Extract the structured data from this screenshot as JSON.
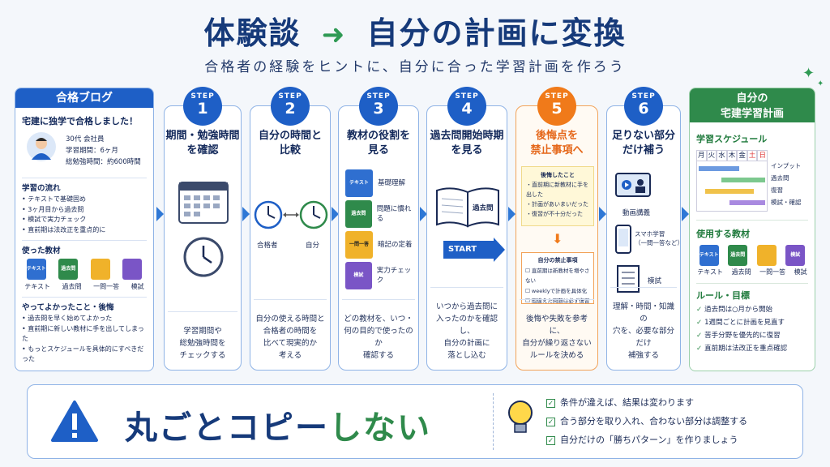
{
  "header": {
    "title_left": "体験談",
    "title_right": "自分の計画に変換",
    "subtitle": "合格者の経験をヒントに、自分に合った学習計画を作ろう"
  },
  "blog": {
    "title": "合格ブログ",
    "lead": "宅建に独学で合格しました！",
    "profile": [
      "30代 会社員",
      "学習期間：6ヶ月",
      "総勉強時間：約600時間"
    ],
    "flow_title": "学習の流れ",
    "flow": [
      "テキストで基礎固め",
      "3ヶ月目から過去問",
      "模試で実力チェック",
      "直前期は法改正を重点的に"
    ],
    "materials_title": "使った教材",
    "materials": [
      "テキスト",
      "過去問",
      "一問一答",
      "模試"
    ],
    "good_title": "やってよかったこと・後悔",
    "good": [
      "過去問を早く始めてよかった",
      "直前期に新しい教材に手を出してしまった",
      "もっとスケジュールを具体的にすべきだった"
    ]
  },
  "steps": [
    {
      "s": "STEP",
      "n": "1",
      "title": "期間・勉強時間\nを確認",
      "desc": "学習期間や\n総勉強時間を\nチェックする"
    },
    {
      "s": "STEP",
      "n": "2",
      "title": "自分の時間と\n比較",
      "desc": "自分の使える時間と\n合格者の時間を\n比べて現実的か\n考える",
      "labels": [
        "合格者",
        "自分"
      ]
    },
    {
      "s": "STEP",
      "n": "3",
      "title": "教材の役割を\n見る",
      "desc": "どの教材を、いつ・\n何の目的で使ったのか\n確認する",
      "roles": [
        {
          "b": "テキスト",
          "t": "基礎理解"
        },
        {
          "b": "過去問",
          "t": "問題に慣れる"
        },
        {
          "b": "一問一答",
          "t": "暗記の定着"
        },
        {
          "b": "模試",
          "t": "実力チェック"
        }
      ]
    },
    {
      "s": "STEP",
      "n": "4",
      "title": "過去問開始時期\nを見る",
      "desc": "いつから過去問に\n入ったのかを確認し、\n自分の計画に\n落とし込む",
      "book": "過去問",
      "start": "START"
    },
    {
      "s": "STEP",
      "n": "5",
      "title": "後悔点を\n禁止事項へ",
      "desc": "後悔や失敗を参考に、\n自分が繰り返さない\nルールを決める",
      "regret_title": "後悔したこと",
      "regrets": [
        "直前期に新教材に手を出した",
        "計画があいまいだった",
        "復習が不十分だった"
      ],
      "ban_title": "自分の禁止事項",
      "bans": [
        "直前期は新教材を増やさない",
        "weeklyで計画を具体化",
        "間違えた問題は必ず復習"
      ]
    },
    {
      "s": "STEP",
      "n": "6",
      "title": "足りない部分\nだけ補う",
      "desc": "理解・時間・知識の\n穴を、必要な部分だけ\n補強する",
      "items": [
        "動画講義",
        "スマホ学習\n（一問一答など）",
        "模試"
      ]
    }
  ],
  "plan": {
    "title": "自分の\n宅建学習計画",
    "schedule_title": "学習スケジュール",
    "days": [
      "月",
      "火",
      "水",
      "木",
      "金",
      "土",
      "日"
    ],
    "legend": [
      "インプット",
      "過去問",
      "復習",
      "模試・確認"
    ],
    "materials_title": "使用する教材",
    "materials": [
      "テキスト",
      "過去問",
      "一問一答",
      "模試"
    ],
    "rules_title": "ルール・目標",
    "rules": [
      "過去問は○月から開始",
      "1週間ごとに計画を見直す",
      "苦手分野を優先的に復習",
      "直前期は法改正を重点確認"
    ]
  },
  "bottom": {
    "headline_a": "丸ごとコピー",
    "headline_b": "しない",
    "tips": [
      "条件が違えば、結果は変わります",
      "合う部分を取り入れ、合わない部分は調整する",
      "自分だけの「勝ちパターン」を作りましょう"
    ]
  },
  "colors": {
    "blue": "#1e5fc6",
    "green": "#2f8a4b",
    "orange": "#f07a1a"
  }
}
